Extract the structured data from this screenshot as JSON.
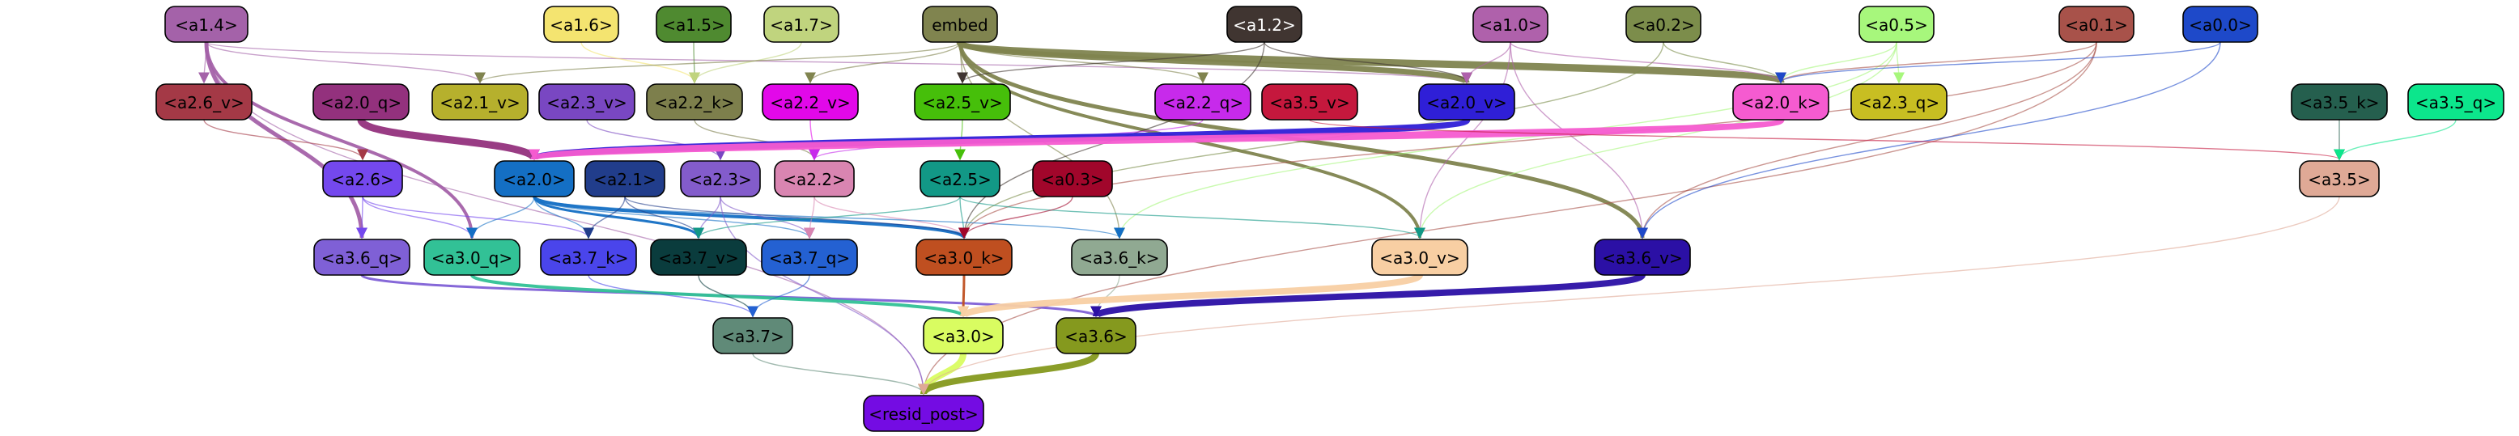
{
  "nodes": [
    {
      "id": "a1.4",
      "label": "<a1.4>",
      "fill": "#a462a9",
      "text": "#000000"
    },
    {
      "id": "a1.6",
      "label": "<a1.6>",
      "fill": "#f4e470",
      "text": "#000000"
    },
    {
      "id": "a1.5",
      "label": "<a1.5>",
      "fill": "#4f8a30",
      "text": "#000000"
    },
    {
      "id": "a1.7",
      "label": "<a1.7>",
      "fill": "#c0d47e",
      "text": "#000000"
    },
    {
      "id": "embed",
      "label": "embed",
      "fill": "#80844f",
      "text": "#000000"
    },
    {
      "id": "a1.2",
      "label": "<a1.2>",
      "fill": "#403531",
      "text": "#ffffff"
    },
    {
      "id": "a1.0",
      "label": "<a1.0>",
      "fill": "#af61ab",
      "text": "#000000"
    },
    {
      "id": "a0.2",
      "label": "<a0.2>",
      "fill": "#7c8d4b",
      "text": "#000000"
    },
    {
      "id": "a0.5",
      "label": "<a0.5>",
      "fill": "#a7f77c",
      "text": "#000000"
    },
    {
      "id": "a0.1",
      "label": "<a0.1>",
      "fill": "#a8524a",
      "text": "#000000"
    },
    {
      "id": "a0.0",
      "label": "<a0.0>",
      "fill": "#1e49c9",
      "text": "#000000"
    },
    {
      "id": "a2.6_v",
      "label": "<a2.6_v>",
      "fill": "#a43946",
      "text": "#000000"
    },
    {
      "id": "a2.0_q",
      "label": "<a2.0_q>",
      "fill": "#93317d",
      "text": "#000000"
    },
    {
      "id": "a2.1_v",
      "label": "<a2.1_v>",
      "fill": "#b6b02d",
      "text": "#000000"
    },
    {
      "id": "a2.3_v",
      "label": "<a2.3_v>",
      "fill": "#7947c2",
      "text": "#000000"
    },
    {
      "id": "a2.2_k",
      "label": "<a2.2_k>",
      "fill": "#7d7f4c",
      "text": "#000000"
    },
    {
      "id": "a2.2_v",
      "label": "<a2.2_v>",
      "fill": "#e208e9",
      "text": "#000000"
    },
    {
      "id": "a2.5_v",
      "label": "<a2.5_v>",
      "fill": "#46bf0a",
      "text": "#000000"
    },
    {
      "id": "a2.2_q",
      "label": "<a2.2_q>",
      "fill": "#c72aeb",
      "text": "#000000"
    },
    {
      "id": "a3.5_v",
      "label": "<a3.5_v>",
      "fill": "#c5183d",
      "text": "#000000"
    },
    {
      "id": "a2.0_v",
      "label": "<a2.0_v>",
      "fill": "#2f1fd7",
      "text": "#000000"
    },
    {
      "id": "a2.0_k",
      "label": "<a2.0_k>",
      "fill": "#f55bd0",
      "text": "#000000"
    },
    {
      "id": "a2.3_q",
      "label": "<a2.3_q>",
      "fill": "#c8be22",
      "text": "#000000"
    },
    {
      "id": "a3.5_k",
      "label": "<a3.5_k>",
      "fill": "#255f4e",
      "text": "#000000"
    },
    {
      "id": "a3.5_q",
      "label": "<a3.5_q>",
      "fill": "#0ce68c",
      "text": "#000000"
    },
    {
      "id": "a2.6",
      "label": "<a2.6>",
      "fill": "#7448ee",
      "text": "#000000"
    },
    {
      "id": "a2.0",
      "label": "<a2.0>",
      "fill": "#146fc4",
      "text": "#000000"
    },
    {
      "id": "a2.1",
      "label": "<a2.1>",
      "fill": "#213d8b",
      "text": "#000000"
    },
    {
      "id": "a2.3",
      "label": "<a2.3>",
      "fill": "#835ccb",
      "text": "#000000"
    },
    {
      "id": "a2.2",
      "label": "<a2.2>",
      "fill": "#d985b1",
      "text": "#000000"
    },
    {
      "id": "a2.5",
      "label": "<a2.5>",
      "fill": "#129886",
      "text": "#000000"
    },
    {
      "id": "a0.3",
      "label": "<a0.3>",
      "fill": "#a1062b",
      "text": "#000000"
    },
    {
      "id": "a3.5",
      "label": "<a3.5>",
      "fill": "#dfa996",
      "text": "#000000"
    },
    {
      "id": "a3.6_q",
      "label": "<a3.6_q>",
      "fill": "#7f60d6",
      "text": "#000000"
    },
    {
      "id": "a3.0_q",
      "label": "<a3.0_q>",
      "fill": "#32c196",
      "text": "#000000"
    },
    {
      "id": "a3.7_k",
      "label": "<a3.7_k>",
      "fill": "#4a45eb",
      "text": "#000000"
    },
    {
      "id": "a3.7_v",
      "label": "<a3.7_v>",
      "fill": "#0a3c3d",
      "text": "#000000"
    },
    {
      "id": "a3.7_q",
      "label": "<a3.7_q>",
      "fill": "#2461d2",
      "text": "#000000"
    },
    {
      "id": "a3.0_k",
      "label": "<a3.0_k>",
      "fill": "#bf4f20",
      "text": "#000000"
    },
    {
      "id": "a3.6_k",
      "label": "<a3.6_k>",
      "fill": "#90a992",
      "text": "#000000"
    },
    {
      "id": "a3.0_v",
      "label": "<a3.0_v>",
      "fill": "#f8cfa3",
      "text": "#000000"
    },
    {
      "id": "a3.6_v",
      "label": "<a3.6_v>",
      "fill": "#2b10a5",
      "text": "#000000"
    },
    {
      "id": "a3.7",
      "label": "<a3.7>",
      "fill": "#608a78",
      "text": "#000000"
    },
    {
      "id": "a3.0",
      "label": "<a3.0>",
      "fill": "#d9fc61",
      "text": "#000000"
    },
    {
      "id": "a3.6",
      "label": "<a3.6>",
      "fill": "#85991e",
      "text": "#000000"
    },
    {
      "id": "resid_post",
      "label": "<resid_post>",
      "fill": "#740ce3",
      "text": "#000000"
    }
  ],
  "edges": [
    {
      "from": "a1.4",
      "to": "a2.6_v",
      "color": "#a462a9"
    },
    {
      "from": "a1.4",
      "to": "a2.1_v",
      "color": "#a462a9"
    },
    {
      "from": "a1.4",
      "to": "a2.0_v",
      "color": "#a462a9"
    },
    {
      "from": "a1.4",
      "to": "a3.6_q",
      "color": "#a462a9"
    },
    {
      "from": "a1.4",
      "to": "a3.0_q",
      "color": "#a462a9"
    },
    {
      "from": "a1.4",
      "to": "resid_post",
      "color": "#a462a9"
    },
    {
      "from": "a1.6",
      "to": "a2.2_k",
      "color": "#f4e470"
    },
    {
      "from": "a1.5",
      "to": "a2.2_k",
      "color": "#4f8a30"
    },
    {
      "from": "a1.7",
      "to": "a2.2_k",
      "color": "#c0d47e"
    },
    {
      "from": "embed",
      "to": "a2.0_v",
      "color": "#80844f"
    },
    {
      "from": "embed",
      "to": "a2.0_k",
      "color": "#80844f"
    },
    {
      "from": "embed",
      "to": "a2.5_v",
      "color": "#80844f"
    },
    {
      "from": "embed",
      "to": "a2.2_v",
      "color": "#80844f"
    },
    {
      "from": "embed",
      "to": "a2.2_q",
      "color": "#80844f"
    },
    {
      "from": "embed",
      "to": "a3.0_v",
      "color": "#80844f"
    },
    {
      "from": "embed",
      "to": "a3.6_v",
      "color": "#80844f"
    },
    {
      "from": "embed",
      "to": "a3.6_k",
      "color": "#80844f"
    },
    {
      "from": "embed",
      "to": "a2.1_v",
      "color": "#80844f"
    },
    {
      "from": "a1.2",
      "to": "a2.5_v",
      "color": "#403531"
    },
    {
      "from": "a1.2",
      "to": "a2.0_v",
      "color": "#403531"
    },
    {
      "from": "a1.2",
      "to": "a3.0_k",
      "color": "#403531"
    },
    {
      "from": "a1.0",
      "to": "a2.0_v",
      "color": "#af61ab"
    },
    {
      "from": "a1.0",
      "to": "a2.0_k",
      "color": "#af61ab"
    },
    {
      "from": "a1.0",
      "to": "a3.0_v",
      "color": "#af61ab"
    },
    {
      "from": "a1.0",
      "to": "a3.6_v",
      "color": "#af61ab"
    },
    {
      "from": "a0.2",
      "to": "a2.0_k",
      "color": "#7c8d4b"
    },
    {
      "from": "a0.2",
      "to": "a3.0_k",
      "color": "#7c8d4b"
    },
    {
      "from": "a0.5",
      "to": "a2.0_k",
      "color": "#a7f77c"
    },
    {
      "from": "a0.5",
      "to": "a2.3_q",
      "color": "#a7f77c"
    },
    {
      "from": "a0.5",
      "to": "a3.6_k",
      "color": "#a7f77c"
    },
    {
      "from": "a0.5",
      "to": "a3.0_v",
      "color": "#a7f77c"
    },
    {
      "from": "a0.1",
      "to": "a2.0_k",
      "color": "#a8524a"
    },
    {
      "from": "a0.1",
      "to": "a3.6_v",
      "color": "#a8524a"
    },
    {
      "from": "a0.1",
      "to": "a3.0_k",
      "color": "#a8524a"
    },
    {
      "from": "a0.1",
      "to": "resid_post",
      "color": "#a8524a"
    },
    {
      "from": "a0.0",
      "to": "a2.0_k",
      "color": "#1e49c9"
    },
    {
      "from": "a0.0",
      "to": "a3.6_v",
      "color": "#1e49c9"
    },
    {
      "from": "a2.6_v",
      "to": "a2.6",
      "color": "#a43946"
    },
    {
      "from": "a2.0_q",
      "to": "a2.0",
      "color": "#93317d"
    },
    {
      "from": "a2.3_v",
      "to": "a2.3",
      "color": "#7947c2"
    },
    {
      "from": "a2.2_k",
      "to": "a2.2",
      "color": "#7d7f4c"
    },
    {
      "from": "a2.2_v",
      "to": "a2.2",
      "color": "#e208e9"
    },
    {
      "from": "a2.2_q",
      "to": "a2.2",
      "color": "#c72aeb"
    },
    {
      "from": "a2.5_v",
      "to": "a2.5",
      "color": "#46bf0a"
    },
    {
      "from": "a2.0_v",
      "to": "a2.0",
      "color": "#2f1fd7"
    },
    {
      "from": "a2.0_k",
      "to": "a2.0",
      "color": "#f55bd0"
    },
    {
      "from": "a3.5_v",
      "to": "a3.5",
      "color": "#c5183d"
    },
    {
      "from": "a3.5_k",
      "to": "a3.5",
      "color": "#255f4e"
    },
    {
      "from": "a3.5_q",
      "to": "a3.5",
      "color": "#0ce68c"
    },
    {
      "from": "a2.6",
      "to": "a3.6_q",
      "color": "#7448ee"
    },
    {
      "from": "a2.6",
      "to": "a3.0_q",
      "color": "#7448ee"
    },
    {
      "from": "a2.6",
      "to": "a3.7_k",
      "color": "#7448ee"
    },
    {
      "from": "a2.0",
      "to": "a3.0_q",
      "color": "#146fc4"
    },
    {
      "from": "a2.0",
      "to": "a3.7_k",
      "color": "#146fc4"
    },
    {
      "from": "a2.0",
      "to": "a3.7_v",
      "color": "#146fc4"
    },
    {
      "from": "a2.0",
      "to": "a3.7_q",
      "color": "#146fc4"
    },
    {
      "from": "a2.0",
      "to": "a3.0_k",
      "color": "#146fc4"
    },
    {
      "from": "a2.0",
      "to": "a3.6_k",
      "color": "#146fc4"
    },
    {
      "from": "a2.1",
      "to": "a3.7_k",
      "color": "#213d8b"
    },
    {
      "from": "a2.1",
      "to": "a3.7_v",
      "color": "#213d8b"
    },
    {
      "from": "a2.1",
      "to": "a3.0_k",
      "color": "#213d8b"
    },
    {
      "from": "a2.3",
      "to": "a3.7_v",
      "color": "#835ccb"
    },
    {
      "from": "a2.3",
      "to": "a3.7_q",
      "color": "#835ccb"
    },
    {
      "from": "a2.3",
      "to": "resid_post",
      "color": "#835ccb"
    },
    {
      "from": "a2.2",
      "to": "a3.7_q",
      "color": "#d985b1"
    },
    {
      "from": "a2.2",
      "to": "a3.0_k",
      "color": "#d985b1"
    },
    {
      "from": "a2.5",
      "to": "a3.0_k",
      "color": "#129886"
    },
    {
      "from": "a2.5",
      "to": "a3.0_v",
      "color": "#129886"
    },
    {
      "from": "a2.5",
      "to": "a3.7_v",
      "color": "#129886"
    },
    {
      "from": "a0.3",
      "to": "a3.0_k",
      "color": "#a1062b"
    },
    {
      "from": "a3.6_q",
      "to": "a3.6",
      "color": "#7f60d6"
    },
    {
      "from": "a3.0_q",
      "to": "a3.0",
      "color": "#32c196"
    },
    {
      "from": "a3.7_k",
      "to": "a3.7",
      "color": "#4a45eb"
    },
    {
      "from": "a3.7_v",
      "to": "a3.7",
      "color": "#0a3c3d"
    },
    {
      "from": "a3.7_q",
      "to": "a3.7",
      "color": "#2461d2"
    },
    {
      "from": "a3.0_k",
      "to": "a3.0",
      "color": "#bf4f20"
    },
    {
      "from": "a3.6_k",
      "to": "a3.6",
      "color": "#90a992"
    },
    {
      "from": "a3.0_v",
      "to": "a3.0",
      "color": "#f8cfa3"
    },
    {
      "from": "a3.6_v",
      "to": "a3.6",
      "color": "#2b10a5"
    },
    {
      "from": "a3.7",
      "to": "resid_post",
      "color": "#608a78"
    },
    {
      "from": "a3.0",
      "to": "resid_post",
      "color": "#d9fc61"
    },
    {
      "from": "a3.6",
      "to": "resid_post",
      "color": "#85991e"
    },
    {
      "from": "a3.5",
      "to": "resid_post",
      "color": "#dfa996"
    }
  ]
}
